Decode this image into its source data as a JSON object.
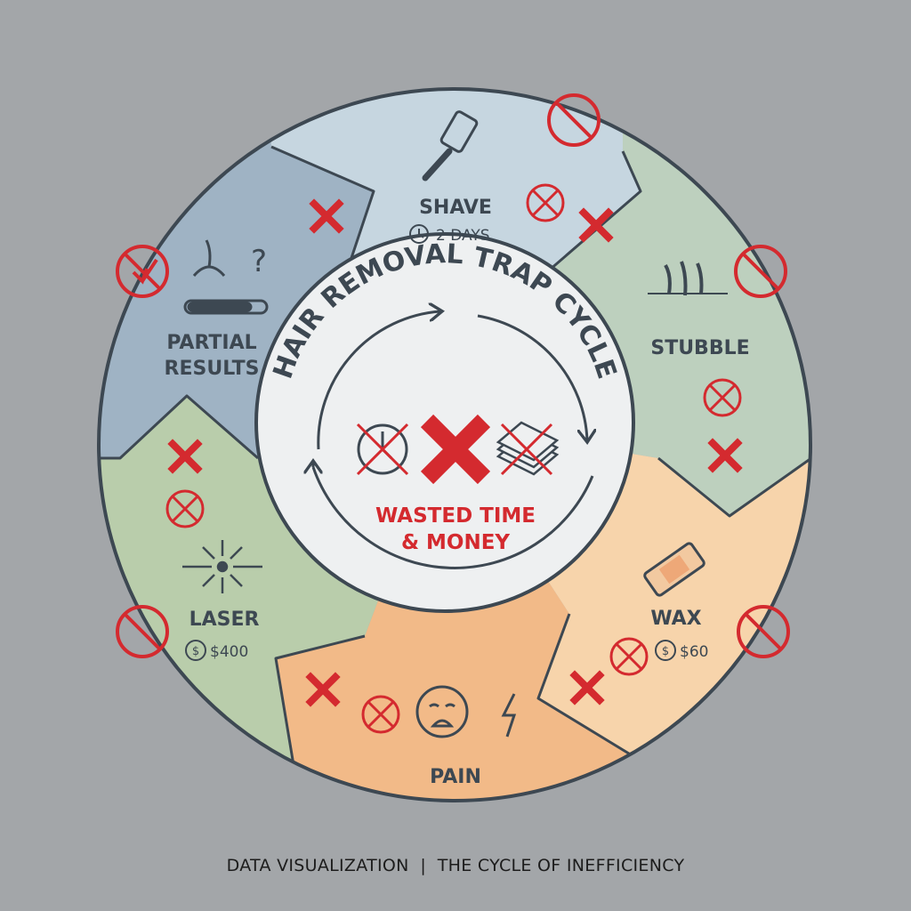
{
  "title": "HAIR REMOVAL TRAP CYCLE",
  "center": {
    "line1": "WASTED TIME",
    "line2": "& MONEY"
  },
  "segments": {
    "shave": {
      "label": "SHAVE",
      "detail": "2 DAYS",
      "color": "#c6d6e0"
    },
    "stubble": {
      "label": "STUBBLE",
      "color": "#bdd0be"
    },
    "wax": {
      "label": "WAX",
      "detail": "$60",
      "color": "#f7d4ab"
    },
    "pain": {
      "label": "PAIN",
      "color": "#f2ba88"
    },
    "laser": {
      "label": "LASER",
      "detail": "$400",
      "color": "#b9cdab"
    },
    "partial": {
      "label1": "PARTIAL",
      "label2": "RESULTS",
      "color": "#9fb3c4"
    }
  },
  "colors": {
    "background": "#a3a6a9",
    "accent_red": "#d42a2f",
    "outline": "#3d4852",
    "inner": "#eef0f1"
  },
  "footer": "DATA VISUALIZATION  |  THE CYCLE OF INEFFICIENCY"
}
